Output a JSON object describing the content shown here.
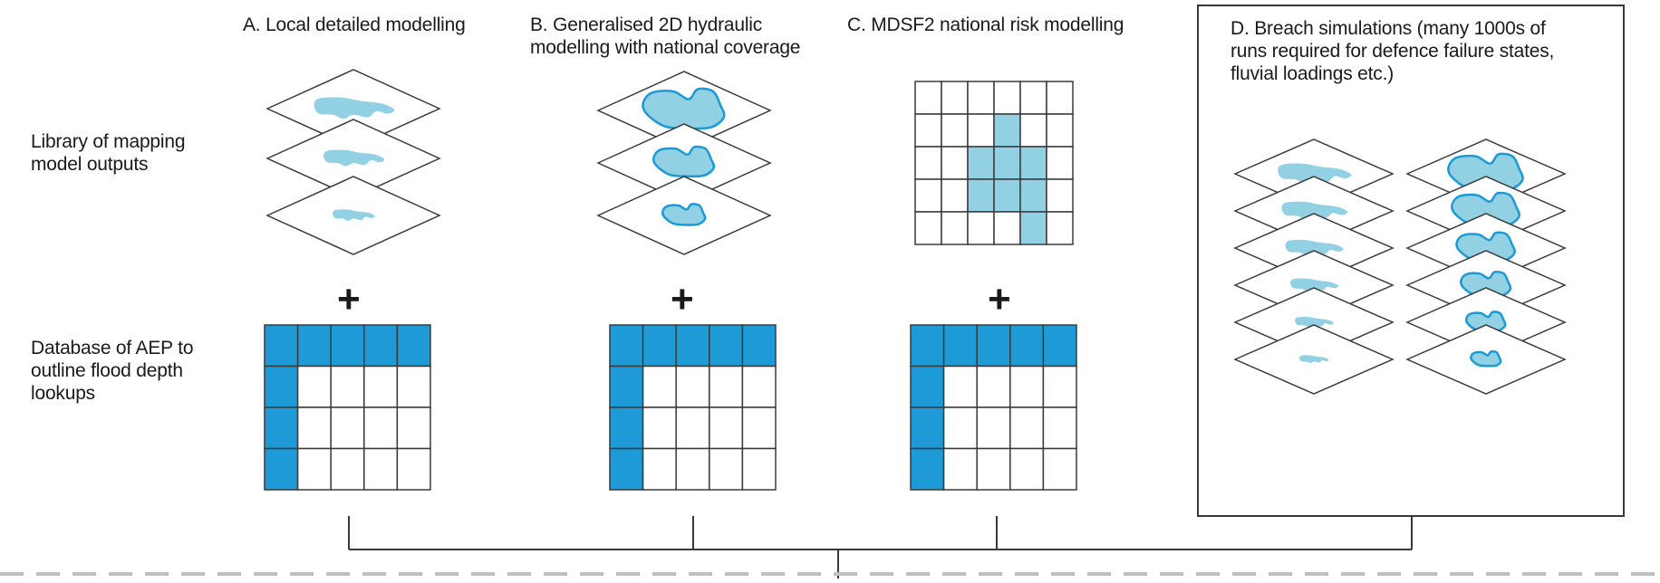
{
  "columns": {
    "a": {
      "title": "A.  Local detailed modelling"
    },
    "b": {
      "title": "B.  Generalised 2D hydraulic\nmodelling with national coverage"
    },
    "c": {
      "title": "C.  MDSF2 national risk modelling"
    },
    "d": {
      "title": "D.  Breach simulations (many 1000s of\nruns required for defence failure states,\nfluvial loadings etc.)"
    }
  },
  "rows": {
    "library": "Library of mapping\nmodel outputs",
    "database": "Database of AEP to\noutline flood depth\nlookups"
  },
  "symbols": {
    "plus": "+"
  },
  "colors": {
    "flood_fill": "#92d0e4",
    "flood_stroke": "#1b9ad6",
    "table_header": "#1e9ad6",
    "grid_line": "#3a3a3a",
    "dash_line": "#bfbfbf"
  }
}
